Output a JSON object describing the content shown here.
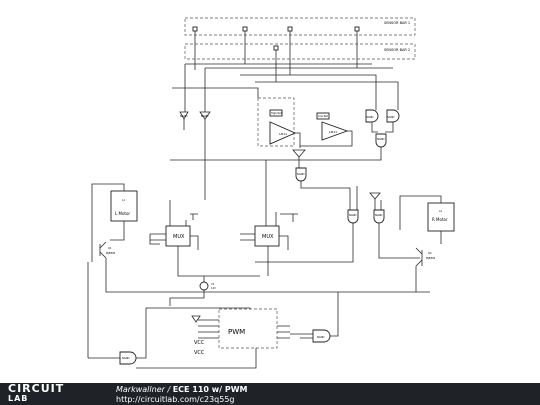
{
  "diagram": {
    "sensor_bar_1": "SENSOR BAR 1",
    "sensor_bar_2": "SENSOR BAR 2",
    "comparator_1": "LM11",
    "comparator_2": "LM11",
    "high_ref": "High Ref",
    "low_ref": "Low Ref",
    "nand_1": "NAND",
    "nand_2": "NAND",
    "nand_3": "NAND",
    "nand_4": "NAND",
    "nand_5": "NAND",
    "nand_6": "NAND",
    "nand_7": "NAND",
    "nand_8": "NAND",
    "mux_left": "MUX",
    "mux_right": "MUX",
    "l_motor": "L Motor",
    "r_motor": "R Motor",
    "l_motor_ref": "L1",
    "r_motor_ref": "L2",
    "q1_label": "Q1",
    "q1_part": "MJE800",
    "q2_label": "Q2",
    "q2_part": "MJE800",
    "battery_label": "V1",
    "battery_value": "12V",
    "pwm": "PWM",
    "vcc_1": "VCC",
    "vcc_2": "VCC"
  },
  "footer": {
    "logo_line1": "CIRCUIT",
    "logo_line2": "LAB",
    "author": "Markwallner",
    "separator": " / ",
    "title": "ECE 110 w/ PWM",
    "url": "http://circuitlab.com/c23q55g"
  },
  "colors": {
    "footer_bg": "#1f2226",
    "wire": "#2a2a2a",
    "background": "#ffffff"
  }
}
